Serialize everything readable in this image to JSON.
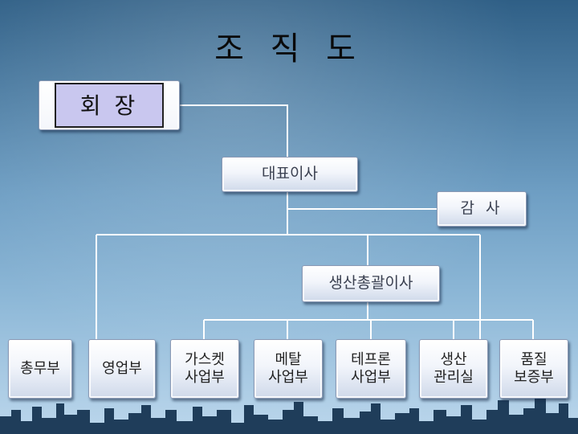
{
  "title": "조 직 도",
  "chairman": "회 장",
  "ceo": "대표이사",
  "auditor": "감 사",
  "gm_director": "생산총괄이사",
  "departments": [
    "총무부",
    "영업부",
    "가스켓\n사업부",
    "메탈\n사업부",
    "테프론\n사업부",
    "생산\n관리실",
    "품질\n보증부"
  ],
  "colors": {
    "chairman_fill": "#c9c7ef",
    "line": "#ffffff"
  }
}
